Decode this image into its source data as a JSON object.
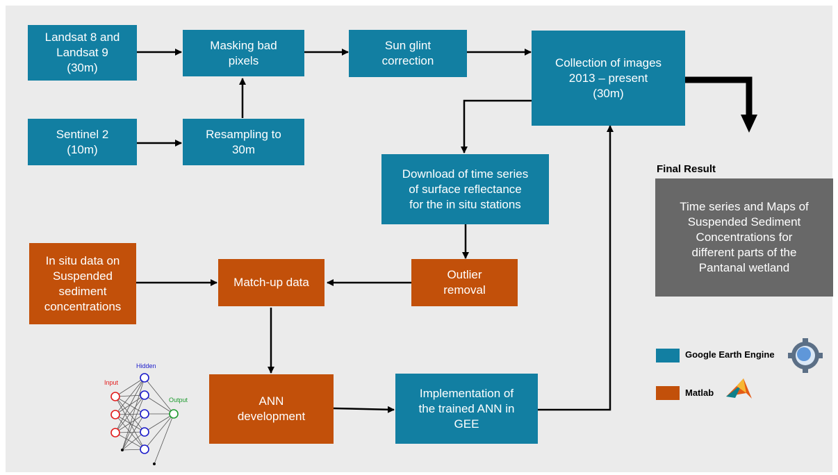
{
  "boxes": {
    "landsat": "Landsat 8 and\nLandsat 9\n(30m)",
    "masking": "Masking bad\npixels",
    "sunglint": "Sun glint\ncorrection",
    "collection": "Collection of images\n2013 – present\n(30m)",
    "sentinel": "Sentinel 2\n(10m)",
    "resampling": "Resampling to\n30m",
    "download": "Download of time series\nof surface reflectance\nfor the in situ stations",
    "insitu": "In situ data on\nSuspended\nsediment\nconcentrations",
    "matchup": "Match-up data",
    "outlier": "Outlier\nremoval",
    "ann": "ANN\ndevelopment",
    "implementation": "Implementation of\nthe trained ANN in\nGEE",
    "final": "Time series and Maps of\nSuspended Sediment\nConcentrations for\ndifferent parts of the\nPantanal wetland"
  },
  "final_title": "Final Result",
  "legend": {
    "gee": "Google Earth Engine",
    "matlab": "Matlab"
  },
  "network": {
    "input": "Input",
    "hidden": "Hidden",
    "output": "Output"
  },
  "colors": {
    "gee": "#127fa2",
    "matlab": "#c2500a",
    "final": "#686868",
    "background": "#ebebeb"
  }
}
